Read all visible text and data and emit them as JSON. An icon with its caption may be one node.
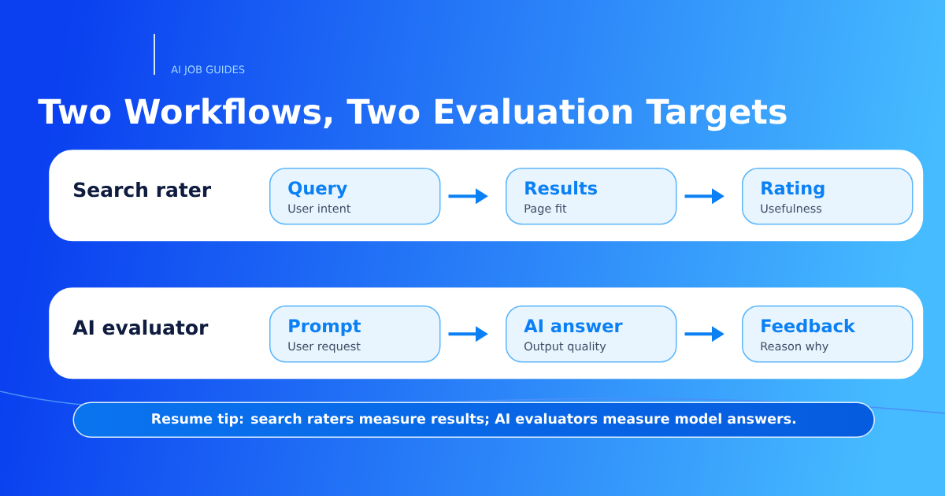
{
  "diagram": {
    "title": "Two Workflows, Two Evaluation Targets",
    "nodes": [
      {
        "text": [
          "Search rater"
        ]
      },
      {
        "text": [
          "Query",
          "User intent"
        ],
        "in": 0
      },
      {
        "text": [
          "Results",
          "Page fit"
        ],
        "in": 0
      },
      {
        "text": [
          "Rating",
          "Usefulness"
        ],
        "in": 0
      },
      {
        "text": [
          "AI evaluator"
        ]
      },
      {
        "text": [
          "Prompt",
          "User request"
        ],
        "in": 4
      },
      {
        "text": [
          "AI answer",
          "Output quality"
        ],
        "in": 4
      },
      {
        "text": [
          "Feedback",
          "Reason why"
        ],
        "in": 4
      },
      {
        "text": [
          "Resume tip: search raters measure results; AI evaluators measure model answers."
        ]
      }
    ],
    "edges": [
      {
        "from": 1,
        "to": 2,
        "arrow": "to"
      },
      {
        "from": 2,
        "to": 3,
        "arrow": "to"
      },
      {
        "from": 5,
        "to": 6,
        "arrow": "to"
      },
      {
        "from": 6,
        "to": 7,
        "arrow": "to"
      }
    ],
    "labels": [
      "AI JOB GUIDES"
    ]
  }
}
